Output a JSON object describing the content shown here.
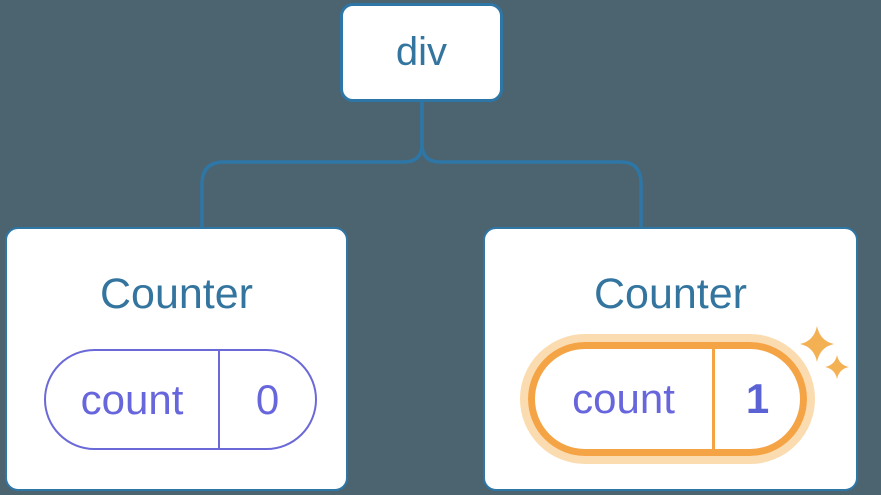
{
  "diagram": {
    "description": "component tree with two counter children, second child state highlighted",
    "background": "#4C6370",
    "root": {
      "label": "div"
    },
    "children": [
      {
        "title": "Counter",
        "state": {
          "key": "count",
          "value": "0"
        },
        "highlighted": false
      },
      {
        "title": "Counter",
        "state": {
          "key": "count",
          "value": "1"
        },
        "highlighted": true
      }
    ],
    "colors": {
      "node_border_blue": "#2E76A6",
      "node_text_blue": "#34759F",
      "state_purple": "#6766DC",
      "state_purple_border": "#6B69D8",
      "state_value_bold_purple": "#5B63D4",
      "highlight_orange": "#F5A445",
      "highlight_glow": "#FBDCB0",
      "sparkle_orange": "#F3B153"
    }
  }
}
